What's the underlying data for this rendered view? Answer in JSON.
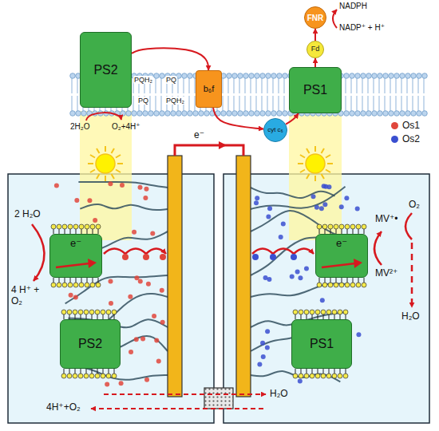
{
  "diagram": {
    "nodes": [
      {
        "text": [
          "FNR"
        ]
      },
      {
        "text": [
          "Fd"
        ]
      },
      {
        "text": [
          "PS2"
        ]
      },
      {
        "text": [
          "b₆f"
        ]
      },
      {
        "text": [
          "PS1"
        ]
      },
      {
        "text": [
          "cyt c₆"
        ]
      },
      {
        "text": [
          "e⁻"
        ]
      },
      {
        "text": [
          "e⁻"
        ]
      },
      {
        "text": [
          "PS2"
        ]
      },
      {
        "text": [
          "PS1"
        ]
      }
    ],
    "edges": [
      {
        "from": 2,
        "to": 3,
        "arrow": "to"
      },
      {
        "from": 3,
        "to": 5,
        "arrow": "to"
      },
      {
        "from": 5,
        "to": 4,
        "arrow": "to"
      },
      {
        "from": 4,
        "to": 1,
        "arrow": "to"
      },
      {
        "from": 1,
        "to": 0,
        "arrow": "to"
      }
    ],
    "labels": [
      "PQH₂",
      "PQ",
      "PQ",
      "PQH₂",
      "2H₂O",
      "O₂+4H⁺",
      "NADPH",
      "NADP⁺ + H⁺",
      "e⁻",
      "2 H₂O",
      "4 H⁺ + O₂",
      "MV⁺•",
      "MV²⁺",
      "O₂",
      "H₂O",
      "4H⁺+O₂",
      "H₂O"
    ],
    "legend": [
      {
        "text": "Os1",
        "color": "#e0463c"
      },
      {
        "text": "Os2",
        "color": "#3a4fd0"
      }
    ]
  }
}
